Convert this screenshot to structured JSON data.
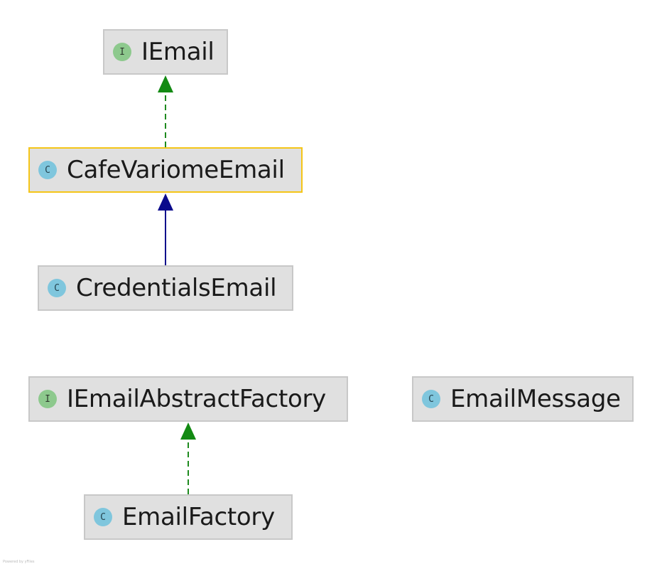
{
  "colors": {
    "realization_edge": "#1e8a1e",
    "generalization_edge": "#0a0a8c",
    "interface_badge": "#8dc98d",
    "class_badge": "#7fc6dd",
    "node_fill": "#e0e0e0",
    "node_border": "#c8c8c8",
    "selected_border": "#f5c518"
  },
  "nodes": {
    "iemail": {
      "name": "IEmail",
      "kind": "interface",
      "badge": "I"
    },
    "cafevariomeemail": {
      "name": "CafeVariomeEmail",
      "kind": "class",
      "badge": "C",
      "selected": true
    },
    "credentialsemail": {
      "name": "CredentialsEmail",
      "kind": "class",
      "badge": "C"
    },
    "iemailabstractfactory": {
      "name": "IEmailAbstractFactory",
      "kind": "interface",
      "badge": "I"
    },
    "emailmessage": {
      "name": "EmailMessage",
      "kind": "class",
      "badge": "C"
    },
    "emailfactory": {
      "name": "EmailFactory",
      "kind": "class",
      "badge": "C"
    }
  },
  "edges": [
    {
      "from": "CafeVariomeEmail",
      "to": "IEmail",
      "type": "realization",
      "icon": "dashed-arrow"
    },
    {
      "from": "CredentialsEmail",
      "to": "CafeVariomeEmail",
      "type": "generalization",
      "icon": "solid-arrow"
    },
    {
      "from": "EmailFactory",
      "to": "IEmailAbstractFactory",
      "type": "realization",
      "icon": "dashed-arrow"
    }
  ],
  "watermark": "Powered by yFiles"
}
